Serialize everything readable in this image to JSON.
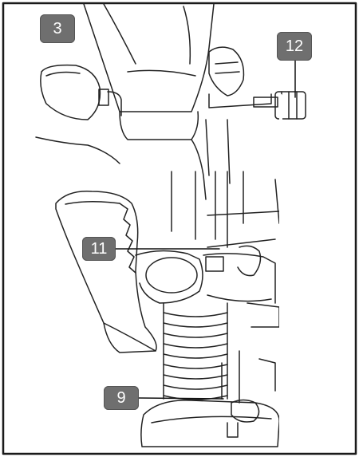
{
  "callouts": [
    {
      "id": "3",
      "label": "3"
    },
    {
      "id": "12",
      "label": "12"
    },
    {
      "id": "11",
      "label": "11"
    },
    {
      "id": "9",
      "label": "9"
    }
  ],
  "colors": {
    "badge_fill": "#6f6f6f",
    "badge_text": "#ffffff",
    "line_art": "#222222",
    "frame": "#1a1a1a"
  }
}
